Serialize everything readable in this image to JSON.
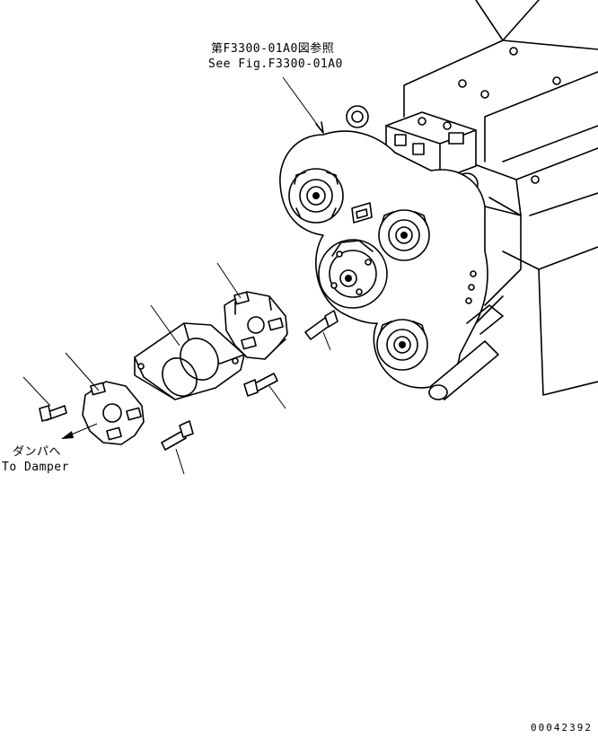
{
  "reference": {
    "label_jp": "第F3300-01A0図参照",
    "label_en": "See Fig.F3300-01A0"
  },
  "damper_direction": {
    "label_jp": "ダンパへ",
    "label_en": "To Damper"
  },
  "drawing_number": "00042392"
}
